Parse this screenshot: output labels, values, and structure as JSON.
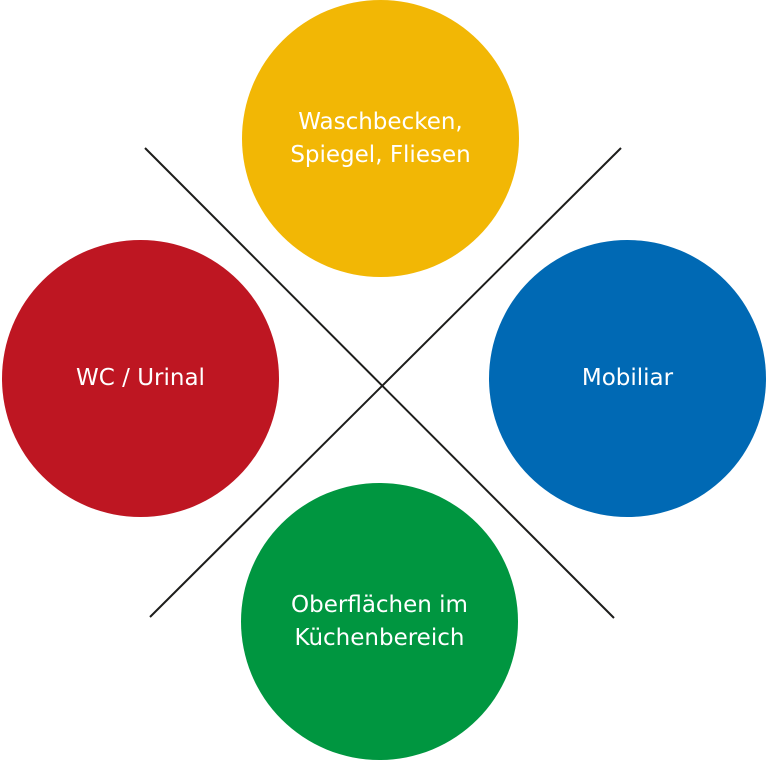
{
  "colors": {
    "yellow": "#F2B705",
    "red": "#BE1622",
    "blue": "#0069B4",
    "green": "#009640",
    "line": "#1D1D1B"
  },
  "circles": {
    "top": {
      "label": "Waschbecken,\nSpiegel, Fliesen",
      "color_key": "yellow"
    },
    "left": {
      "label": "WC / Urinal",
      "color_key": "red"
    },
    "right": {
      "label": "Mobiliar",
      "color_key": "blue"
    },
    "bottom": {
      "label": "Oberflächen im\nKüchenbereich",
      "color_key": "green"
    }
  }
}
